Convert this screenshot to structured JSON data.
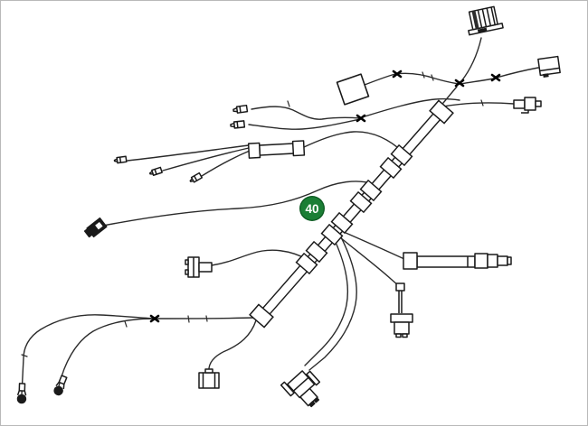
{
  "canvas": {
    "description": "Wiring harness exploded parts diagram",
    "background": "#ffffff",
    "border_color": "#b9b9b9"
  },
  "diagram": {
    "line_color": "#2b2b2b",
    "trunk_fill": "#ffffff",
    "callout": {
      "label": "40",
      "fill": "#1b7e35",
      "ring": "#0e5c23",
      "text_color": "#ffffff"
    },
    "components": [
      {
        "id": "main-harness-trunk",
        "kind": "taped cable loom with wrap bands"
      },
      {
        "id": "ribbed-cap-connector",
        "kind": "ribbed cylindrical cap, top"
      },
      {
        "id": "square-box-connector-top-right",
        "kind": "square connector"
      },
      {
        "id": "inline-blade-connector-right",
        "kind": "flat inline connector"
      },
      {
        "id": "tilted-box-connector",
        "kind": "rectangular connector, top center"
      },
      {
        "id": "spade-terminal-1",
        "kind": "spade terminal"
      },
      {
        "id": "spade-terminal-2",
        "kind": "spade terminal"
      },
      {
        "id": "inline-fuse-holder",
        "kind": "inline fuse holder with end bands"
      },
      {
        "id": "pin-terminal-1",
        "kind": "pin terminal"
      },
      {
        "id": "pin-terminal-2",
        "kind": "pin terminal"
      },
      {
        "id": "pin-terminal-3",
        "kind": "pin terminal"
      },
      {
        "id": "socket-connector-left",
        "kind": "dark socket connector"
      },
      {
        "id": "t-plug-connector",
        "kind": "T-shaped plug"
      },
      {
        "id": "micro-connector-bottom",
        "kind": "small box connector"
      },
      {
        "id": "relay-socket-connector",
        "kind": "eared relay socket, bottom center"
      },
      {
        "id": "sensor-plug-connector",
        "kind": "stemmed sensor plug, right"
      },
      {
        "id": "fuse-tube-assembly",
        "kind": "horizontal tube with bands and end connector"
      },
      {
        "id": "bullet-terminal-1",
        "kind": "round bullet terminal, bottom left"
      },
      {
        "id": "bullet-terminal-2",
        "kind": "round bullet terminal, bottom left"
      },
      {
        "id": "splice-x-marks",
        "kind": "5 taped splice X marks"
      }
    ]
  }
}
